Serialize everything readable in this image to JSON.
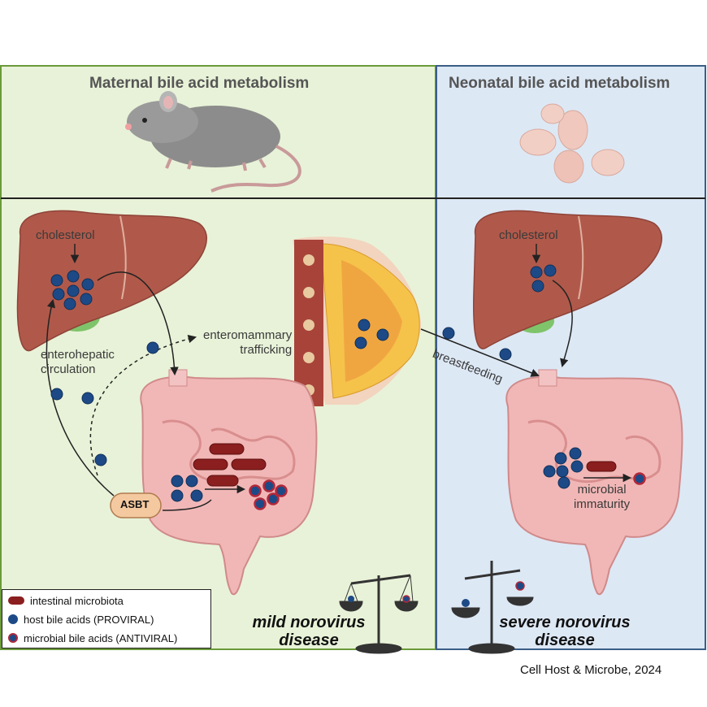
{
  "panels": {
    "maternal_title": "Maternal bile acid metabolism",
    "neonatal_title": "Neonatal bile acid metabolism"
  },
  "labels": {
    "cholesterol_left": "cholesterol",
    "cholesterol_right": "cholesterol",
    "enterohepatic": "enterohepatic\ncirculation",
    "enteromammary": "enteromammary\ntrafficking",
    "breastfeeding": "breastfeeding",
    "asbt": "ASBT",
    "microbial_immaturity": "microbial\nimmaturity",
    "mild": "mild norovirus\ndisease",
    "severe": "severe norovirus\ndisease"
  },
  "legend": {
    "items": [
      {
        "label": "intestinal microbiota",
        "icon": "bacteria-icon"
      },
      {
        "label": "host bile acids (PROVIRAL)",
        "icon": "blue-dot-icon"
      },
      {
        "label": "microbial bile acids (ANTIVIRAL)",
        "icon": "red-ring-dot-icon"
      }
    ]
  },
  "credit": "Cell Host & Microbe, 2024",
  "colors": {
    "maternal_bg": "#e8f2d8",
    "neonatal_bg": "#dde8f5",
    "host_bile_acid": "#1d4a86",
    "microbial_ring": "#b0283a",
    "microbiota": "#8b1e1e",
    "liver": "#b0594a",
    "intestine": "#f1b7b6"
  }
}
